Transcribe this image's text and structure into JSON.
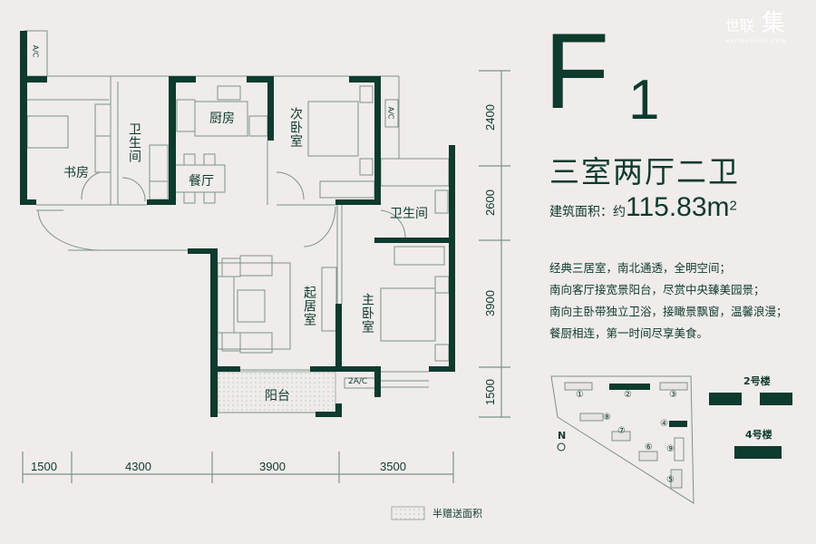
{
  "header": {
    "type_letter": "F",
    "type_number": "1",
    "layout": "三室两厅二卫",
    "area_label": "建筑面积：约",
    "area_value": "115.83m",
    "area_sup": "2"
  },
  "watermark": {
    "text": "世联",
    "big": "集",
    "url": "worldunionji.com"
  },
  "features": [
    "经典三居室，南北通透，全明空间；",
    "南向客厅接宽景阳台，尽赏中央臻美园景；",
    "南向主卧带独立卫浴，接瞰景飘窗，温馨浪漫；",
    "餐厨相连，第一时间尽享美食。"
  ],
  "rooms": {
    "study": "书房",
    "bath1": "卫生间",
    "kitchen": "厨房",
    "dining": "餐厅",
    "bedroom2": "次卧室",
    "bath2": "卫生间",
    "living": "起居室",
    "master": "主卧室",
    "balcony": "阳台",
    "ac1": "A/C",
    "ac2": "A/C",
    "ac3": "2A/C"
  },
  "dimensions": {
    "bottom": [
      "1500",
      "4300",
      "3900",
      "3500"
    ],
    "right": [
      "2400",
      "2600",
      "3900",
      "1500"
    ]
  },
  "legend": {
    "label": "半赠送面积"
  },
  "site_map": {
    "north": "N",
    "building_labels": [
      "①",
      "②",
      "③",
      "④",
      "⑤",
      "⑥",
      "⑦",
      "⑧",
      "⑨"
    ],
    "bldg2": "2号楼",
    "bldg4": "4号楼"
  },
  "colors": {
    "wall": "#0d3b2e",
    "line": "#7a9488",
    "background": "#f0eceb"
  }
}
